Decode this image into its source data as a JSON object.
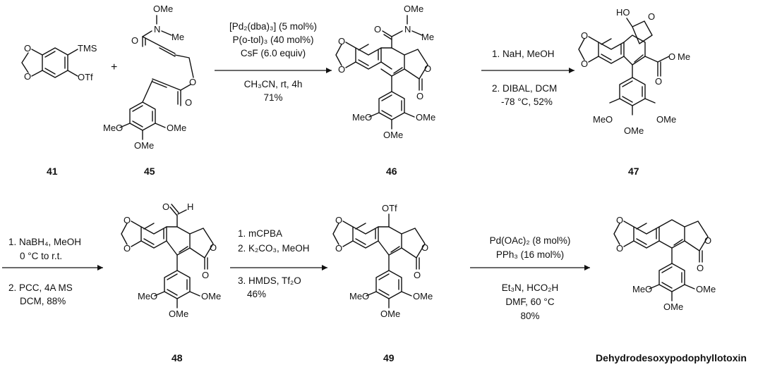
{
  "scheme": {
    "reagents_step1": {
      "line1": "[Pd₂(dba)₃] (5 mol%)",
      "line2": "P(o-tol)₃ (40 mol%)",
      "line3": "CsF (6.0 equiv)",
      "line4": "CH₃CN, rt, 4h",
      "yield": "71%"
    },
    "reagents_step2": {
      "line1": "1. NaH, MeOH",
      "line2": "2. DIBAL, DCM",
      "line3": "-78 °C, 52%"
    },
    "reagents_step3": {
      "line1": "1. NaBH₄, MeOH",
      "line2": "0 °C to r.t.",
      "line3": "2. PCC, 4A MS",
      "line4": "DCM, 88%"
    },
    "reagents_step4": {
      "line1": "1. mCPBA",
      "line2": "2. K₂CO₃, MeOH",
      "line3": "3. HMDS, Tf₂O",
      "yield": "46%"
    },
    "reagents_step5": {
      "line1": "Pd(OAc)₂ (8 mol%)",
      "line2": "PPh₃ (16 mol%)",
      "line3": "Et₃N, HCO₂H",
      "line4": "DMF, 60 °C",
      "yield": "80%"
    },
    "plus": "+",
    "compounds": {
      "c41": "41",
      "c45": "45",
      "c46": "46",
      "c47": "47",
      "c48": "48",
      "c49": "49",
      "product": "Dehydrodesoxypodophyllotoxin"
    },
    "atoms": {
      "tms": "TMS",
      "otf": "OTf",
      "ome": "OMe",
      "meo": "MeO",
      "me": "Me",
      "n": "N",
      "o": "O",
      "ho": "HO",
      "h": "H"
    }
  }
}
